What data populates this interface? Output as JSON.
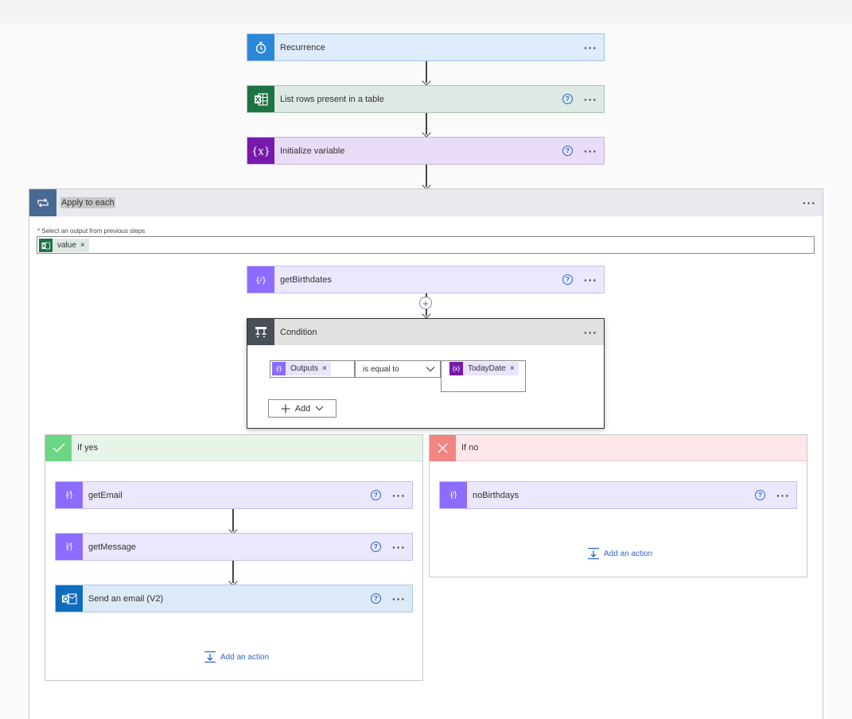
{
  "colors": {
    "recurrence": "#2b88d8",
    "excel": "#1f7244",
    "variable": "#7719aa",
    "data_op": "#8c6cff",
    "condition": "#484f58",
    "apply_each": "#486991",
    "outlook": "#0f6cbd",
    "yes": "#6bd784",
    "no": "#f2857f"
  },
  "steps": {
    "recurrence": {
      "title": "Recurrence",
      "icon": "clock-icon",
      "more": "···"
    },
    "list_rows": {
      "title": "List rows present in a table",
      "icon": "excel-icon",
      "help": "?",
      "more": "···"
    },
    "init_var": {
      "title": "Initialize variable",
      "icon": "variable-icon",
      "help": "?",
      "more": "···"
    }
  },
  "apply_each": {
    "title": "Apply to each",
    "more": "···",
    "select_label": "Select an output from previous steps",
    "required_mark": "*",
    "token": {
      "text": "value",
      "remove": "×"
    }
  },
  "get_birthdates": {
    "title": "getBirthdates",
    "help": "?",
    "more": "···"
  },
  "plus_symbol": "+",
  "condition": {
    "title": "Condition",
    "more": "···",
    "left_token": {
      "text": "Outputs",
      "remove": "×"
    },
    "operator": "is equal to",
    "right_token": {
      "text": "TodayDate",
      "remove": "×"
    },
    "add_label": "Add"
  },
  "if_yes": {
    "title": "If yes",
    "steps": [
      {
        "title": "getEmail",
        "help": "?",
        "more": "···"
      },
      {
        "title": "getMessage",
        "help": "?",
        "more": "···"
      },
      {
        "title": "Send an email (V2)",
        "help": "?",
        "more": "···"
      }
    ],
    "add_action": "Add an action"
  },
  "if_no": {
    "title": "If no",
    "steps": [
      {
        "title": "noBirthdays",
        "help": "?",
        "more": "···"
      }
    ],
    "add_action": "Add an action"
  }
}
